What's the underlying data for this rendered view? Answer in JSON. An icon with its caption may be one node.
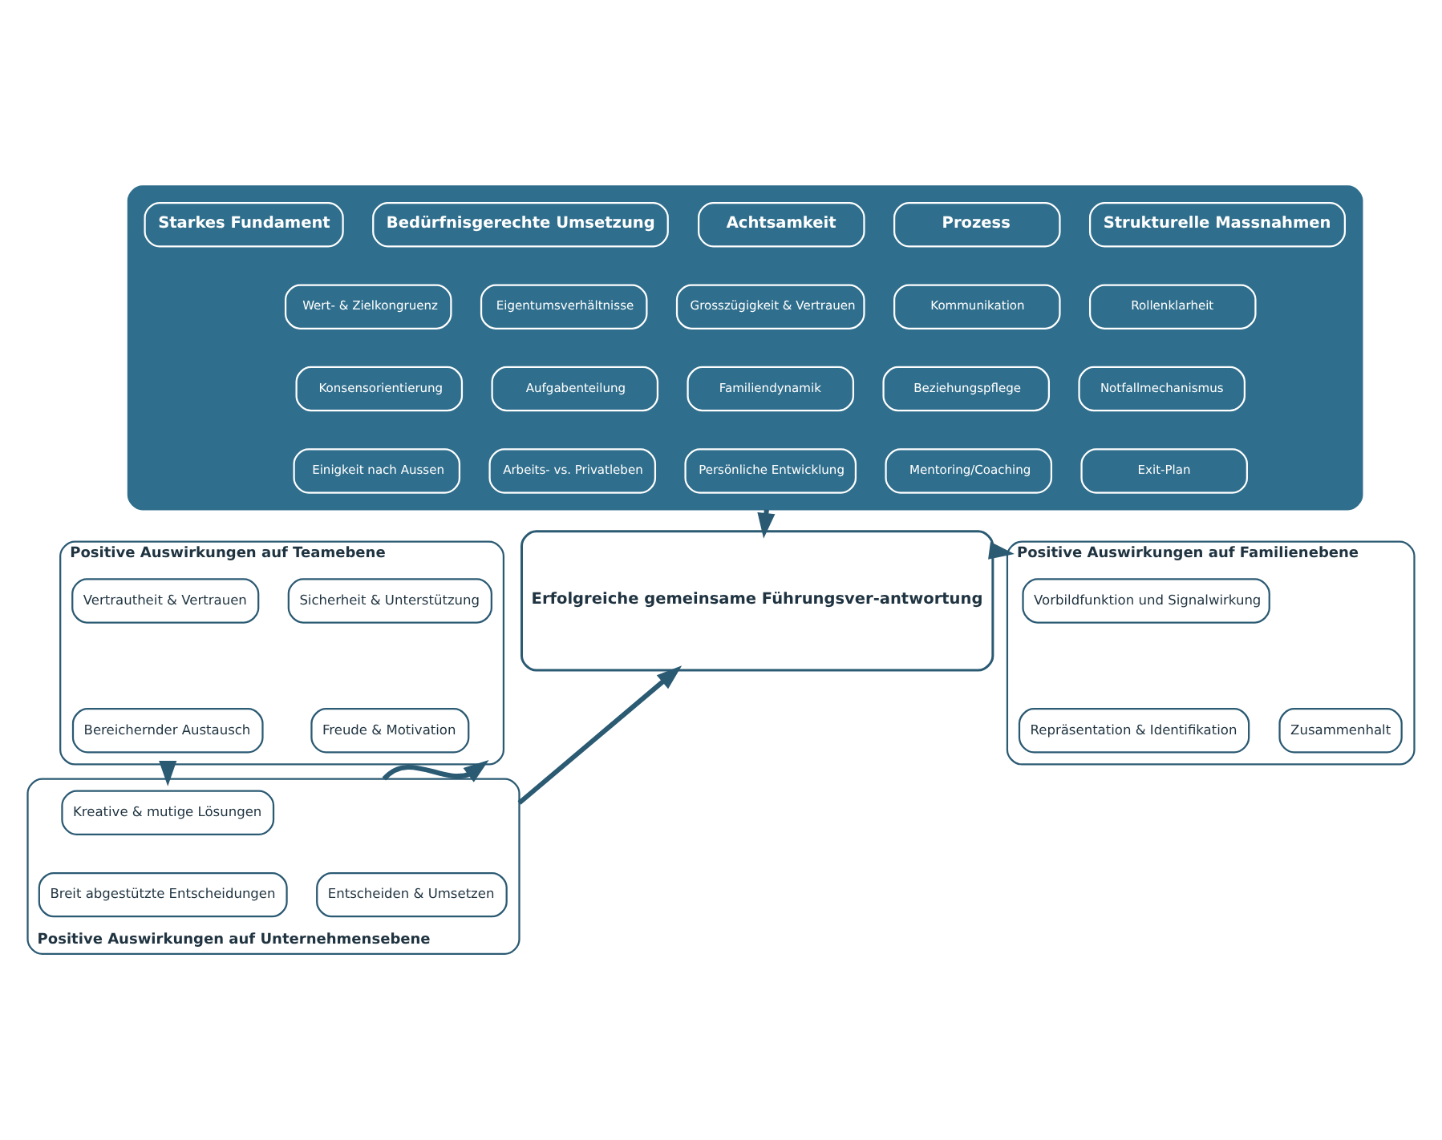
{
  "diagram": {
    "nodes": [
      {
        "text": [],
        "shape": "box"
      },
      {
        "text": [
          "Starkes Fundament"
        ],
        "in": 0
      },
      {
        "text": [
          "Wert- & Zielkongruenz"
        ],
        "in": 0
      },
      {
        "text": [
          "Konsensorientierung"
        ],
        "in": 0
      },
      {
        "text": [
          "Einigkeit nach Aussen"
        ],
        "in": 0
      },
      {
        "text": [
          "Bedürfnisgerechte Umsetzung"
        ],
        "in": 0
      },
      {
        "text": [
          "Eigentumsverhältnisse"
        ],
        "in": 0
      },
      {
        "text": [
          "Aufgabenteilung"
        ],
        "in": 0
      },
      {
        "text": [
          "Arbeits- vs. Privatleben"
        ],
        "in": 0
      },
      {
        "text": [
          "Achtsamkeit"
        ],
        "in": 0
      },
      {
        "text": [
          "Grosszügigkeit & Vertrauen"
        ],
        "in": 0
      },
      {
        "text": [
          "Familiendynamik"
        ],
        "in": 0
      },
      {
        "text": [
          "Persönliche Entwicklung"
        ],
        "in": 0
      },
      {
        "text": [
          "Prozess"
        ],
        "in": 0
      },
      {
        "text": [
          "Kommunikation"
        ],
        "in": 0
      },
      {
        "text": [
          "Beziehungspflege"
        ],
        "in": 0
      },
      {
        "text": [
          "Mentoring/Coaching"
        ],
        "in": 0
      },
      {
        "text": [
          "Strukturelle Massnahmen"
        ],
        "in": 0
      },
      {
        "text": [
          "Rollenklarheit"
        ],
        "in": 0
      },
      {
        "text": [
          "Notfallmechanismus"
        ],
        "in": 0
      },
      {
        "text": [
          "Exit-Plan"
        ],
        "in": 0
      },
      {
        "text": [
          "Positive Auswirkungen auf Teamebene"
        ]
      },
      {
        "text": [
          "Sicherheit & Unterstützung"
        ],
        "in": 21
      },
      {
        "text": [
          "Vertrautheit & Vertrauen"
        ],
        "in": 21
      },
      {
        "text": [
          "Freude & Motivation"
        ],
        "in": 21
      },
      {
        "text": [
          "Bereichernder Austausch"
        ],
        "in": 21
      },
      {
        "text": [
          "Positive Auswirkungen auf Unternehmensebene"
        ]
      },
      {
        "text": [
          "Kreative & mutige Lösungen"
        ],
        "in": 26
      },
      {
        "text": [
          "Breit abgestützte Entscheidungen"
        ],
        "in": 26
      },
      {
        "text": [
          "Entscheiden & Umsetzen"
        ],
        "in": 26
      },
      {
        "text": [
          "Erfolgreiche gemeinsame Führungsver-antwortung"
        ]
      },
      {
        "text": [
          "Positive Auswirkungen auf Familienebene"
        ]
      },
      {
        "text": [
          "Vorbildfunktion und Signalwirkung"
        ],
        "in": 31
      },
      {
        "text": [
          "Repräsentation & Identifikation"
        ],
        "in": 31
      },
      {
        "text": [
          "Zusammenhalt"
        ],
        "in": 31
      }
    ],
    "edges": [
      {
        "from": 0,
        "to": 30,
        "arrow": "to"
      },
      {
        "from": 21,
        "to": 26,
        "arrow": "to"
      },
      {
        "from": 26,
        "to": 21,
        "arrow": "to"
      },
      {
        "from": 26,
        "to": 30,
        "arrow": "to"
      },
      {
        "from": 30,
        "to": 31,
        "arrow": "to"
      }
    ]
  }
}
